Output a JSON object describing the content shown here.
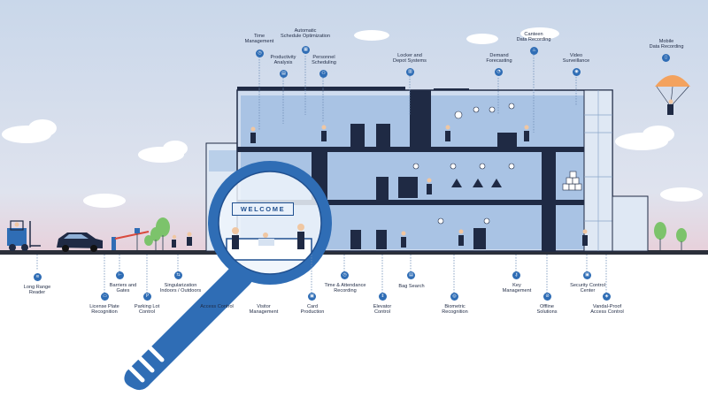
{
  "welcome_sign": "WELCOME",
  "colors": {
    "brand_blue": "#2f6db5",
    "sky_top": "#c9d7ea",
    "sky_bottom": "#e8cfd9",
    "ground": "#2b2f3a"
  },
  "labels": {
    "time_management": "Time\nManagement",
    "productivity_analysis": "Productivity\nAnalysis",
    "automatic_schedule_optimization": "Automatic\nSchedule Optimization",
    "personnel_scheduling": "Personnel\nScheduling",
    "locker_depot_systems": "Locker and\nDepot Systems",
    "demand_forecasting": "Demand\nForecasting",
    "canteen_data_recording": "Canteen\nData Recording",
    "video_surveillance": "Video\nSurveillance",
    "mobile_data_recording": "Mobile\nData Recording",
    "long_range_reader": "Long Range\nReader",
    "barriers_gates": "Barriers and\nGates",
    "license_plate_recognition": "License Plate\nRecognition",
    "parking_lot_control": "Parking Lot\nControl",
    "singularization": "Singularization\nIndoors / Outdoors",
    "access_control": "Access Control",
    "visitor_management": "Visitor\nManagement",
    "card_production": "Card\nProduction",
    "time_attendance_recording": "Time & Attendance\nRecording",
    "elevator_control": "Elevator\nControl",
    "bag_search": "Bag Search",
    "biometric_recognition": "Biometric\nRecognition",
    "key_management": "Key\nManagement",
    "offline_solutions": "Offline\nSolutions",
    "security_control_center": "Security Control\nCenter",
    "vandal_proof_access_control": "Vandal-Proof\nAccess Control"
  }
}
